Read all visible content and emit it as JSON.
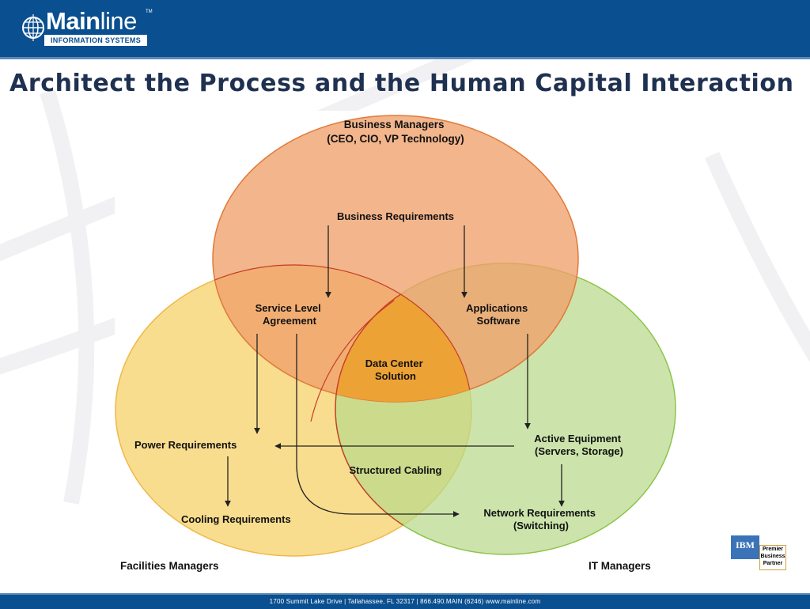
{
  "header": {
    "logo_bold": "Main",
    "logo_light": "line",
    "logo_tm": "TM",
    "logo_subtitle": "INFORMATION SYSTEMS"
  },
  "title": "Architect the Process and the Human Capital Interaction",
  "diagram": {
    "top_group": [
      "Business Managers",
      "(CEO, CIO, VP Technology)"
    ],
    "left_group": "Facilities Managers",
    "right_group": "IT Managers",
    "nodes": {
      "business_requirements": [
        "Business Requirements"
      ],
      "service_level_agreement": [
        "Service Level",
        "Agreement"
      ],
      "applications_software": [
        "Applications",
        "Software"
      ],
      "data_center_solution": [
        "Data Center",
        "Solution"
      ],
      "power_requirements": [
        "Power Requirements"
      ],
      "active_equipment": [
        "Active Equipment",
        "(Servers, Storage)"
      ],
      "structured_cabling": [
        "Structured Cabling"
      ],
      "cooling_requirements": [
        "Cooling Requirements"
      ],
      "network_requirements": [
        "Network Requirements",
        "(Switching)"
      ]
    },
    "colors": {
      "top_circle": "#f0a06a",
      "left_circle": "#f8d77a",
      "right_circle": "#b9d98a",
      "center": "#eda132",
      "arrow": "#222222"
    }
  },
  "badge": {
    "ibm": "IBM",
    "lines": [
      "Premier",
      "Business",
      "Partner"
    ]
  },
  "footer": "1700 Summit Lake Drive  |  Tallahassee, FL  32317  |  866.490.MAIN (6246)     www.mainline.com"
}
